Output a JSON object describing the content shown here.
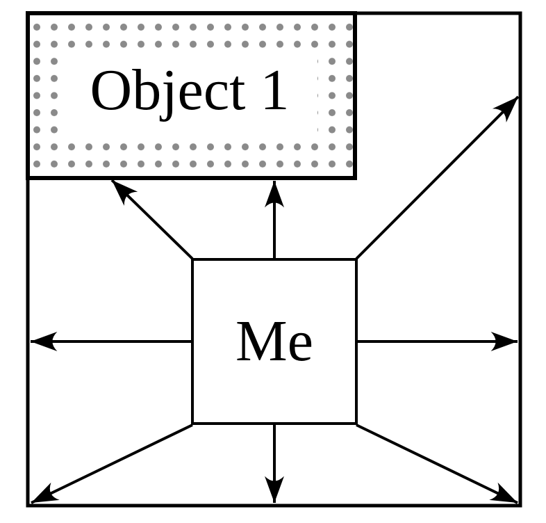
{
  "diagram": {
    "description": "Egocentric spatial diagram: central Me box with eight arrows radiating toward the environment boundary and toward Object 1",
    "boxes": {
      "object1": {
        "label": "Object 1",
        "fill_style": "dotted-grid"
      },
      "me": {
        "label": "Me",
        "fill_style": "plain"
      }
    },
    "arrows": [
      {
        "direction": "up"
      },
      {
        "direction": "up-left"
      },
      {
        "direction": "up-right"
      },
      {
        "direction": "left"
      },
      {
        "direction": "right"
      },
      {
        "direction": "down"
      },
      {
        "direction": "down-left"
      },
      {
        "direction": "down-right"
      }
    ],
    "colors": {
      "background": "#ffffff",
      "line": "#000000",
      "dots": "#8a8a8a",
      "label_backdrop": "#ffffff"
    }
  }
}
